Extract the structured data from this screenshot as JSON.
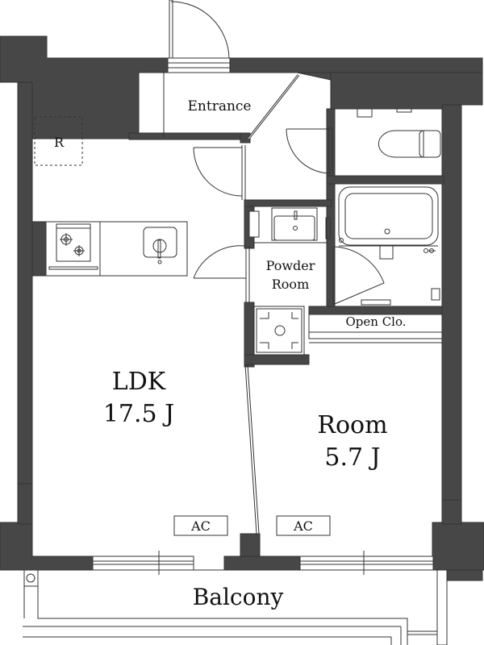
{
  "floorplan": {
    "colors": {
      "wall": "#474747",
      "line": "#333333",
      "background": "#ffffff"
    },
    "rooms": {
      "entrance": "Entrance",
      "refrigerator": "R",
      "powder_room_line1": "Powder",
      "powder_room_line2": "Room",
      "open_closet": "Open Clo.",
      "ldk_name": "LDK",
      "ldk_size": "17.5 J",
      "room_name": "Room",
      "room_size": "5.7 J",
      "balcony": "Balcony"
    },
    "ac_units": [
      "AC",
      "AC"
    ],
    "icons": [
      "gas-stove-icon",
      "kitchen-sink-icon",
      "toilet-icon",
      "bathtub-icon",
      "washbasin-icon",
      "washing-machine-pan-icon",
      "faucet-icon",
      "door-swing-icon",
      "sliding-window-icon",
      "drain-icon"
    ]
  }
}
